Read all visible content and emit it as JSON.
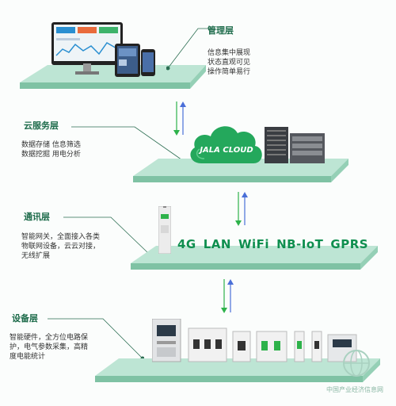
{
  "layers": [
    {
      "title": "管理层",
      "desc": "信息集中展现\n状态直观可见\n操作简单易行"
    },
    {
      "title": "云服务层",
      "desc": "数据存储  信息筛选\n数据挖掘  用电分析"
    },
    {
      "title": "通讯层",
      "desc": "智能网关，全面接入各类\n物联网设备，云云对接，\n无线扩展"
    },
    {
      "title": "设备层",
      "desc": "智能硬件，全方位电路保\n护，电气参数采集，高精\n度电能统计"
    }
  ],
  "cloud_label": "JALA CLOUD",
  "protocols": [
    "4G",
    "LAN",
    "WiFi",
    "NB-IoT",
    "GPRS"
  ],
  "watermark": "中国产业经济信息网",
  "colors": {
    "accent": "#0f8f4f",
    "platform": "#9ed3bd",
    "arrow_green": "#2db24a",
    "arrow_blue": "#4a6fd8"
  }
}
